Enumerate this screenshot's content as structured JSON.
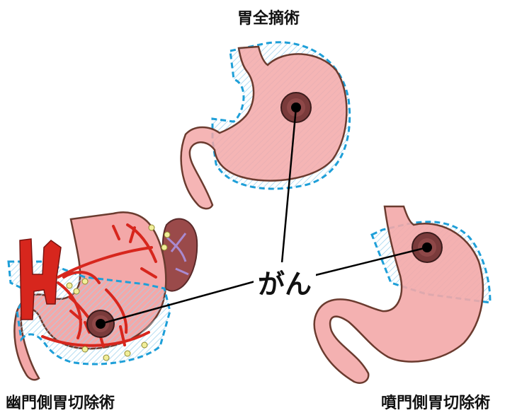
{
  "labels": {
    "total_gastrectomy": "胃全摘術",
    "distal_gastrectomy": "幽門側胃切除術",
    "proximal_gastrectomy": "噴門側胃切除術",
    "cancer": "がん"
  },
  "colors": {
    "stomach_fill": "#f3a8a8",
    "stomach_outline": "#6b3b2f",
    "resection_line": "#1e9fd8",
    "tumor": "#7a3b3b",
    "artery": "#d7261d",
    "fat": "#f1ee9a",
    "spleen": "#9a4a4a",
    "vein": "#a98ad0"
  }
}
